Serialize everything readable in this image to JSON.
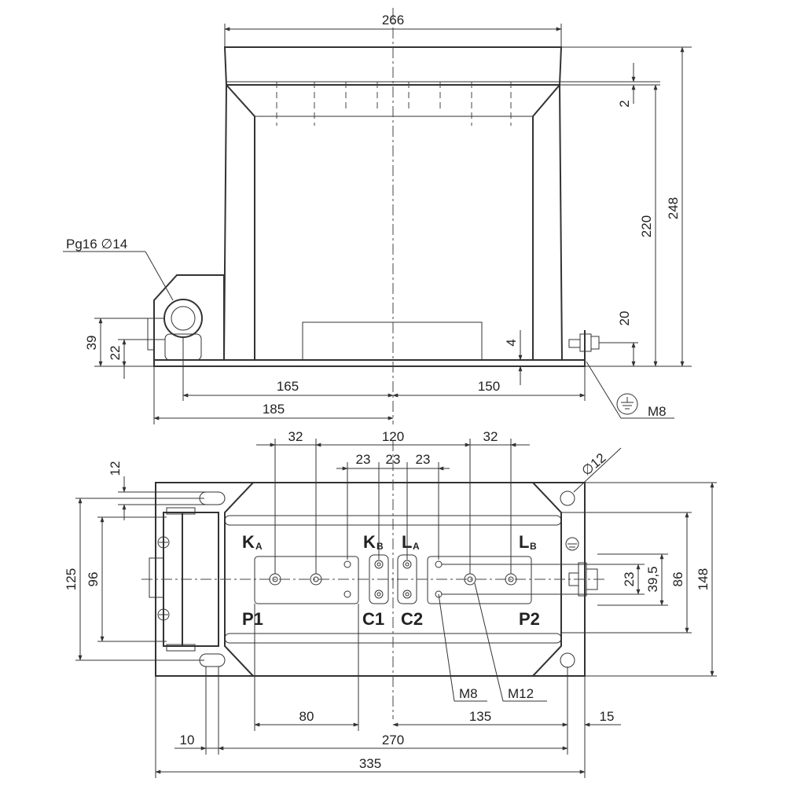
{
  "front_view": {
    "dims": {
      "overall_width": "266",
      "top_gap": "2",
      "height_inner": "220",
      "height_total": "248",
      "earth_height": "20",
      "base_thickness": "4",
      "gland_height_a": "39",
      "gland_height_b": "22",
      "base_left": "165",
      "base_right": "150",
      "base_total_left": "185"
    },
    "gland_label": "Pg16 ∅14",
    "earth_label": "M8",
    "earth_symbol": "earth-ground-icon"
  },
  "top_view": {
    "dims": {
      "pitch_32_left": "32",
      "pitch_120": "120",
      "pitch_32_right": "32",
      "pitch_23_a": "23",
      "pitch_23_b": "23",
      "pitch_23_c": "23",
      "slot_12": "12",
      "hole_12": "∅12",
      "height_125": "125",
      "height_96": "96",
      "right_23": "23",
      "right_39_5": "39,5",
      "right_86": "86",
      "right_148": "148",
      "bottom_80": "80",
      "bottom_135": "135",
      "bottom_15": "15",
      "bottom_10": "10",
      "bottom_270": "270",
      "bottom_335": "335"
    },
    "terminals": {
      "ka": {
        "main": "K",
        "sub": "A"
      },
      "kb": {
        "main": "K",
        "sub": "B"
      },
      "la": {
        "main": "L",
        "sub": "A"
      },
      "lb": {
        "main": "L",
        "sub": "B"
      },
      "p1": "P1",
      "c1": "C1",
      "c2": "C2",
      "p2": "P2"
    },
    "callouts": {
      "m8": "M8",
      "m12": "M12"
    }
  }
}
